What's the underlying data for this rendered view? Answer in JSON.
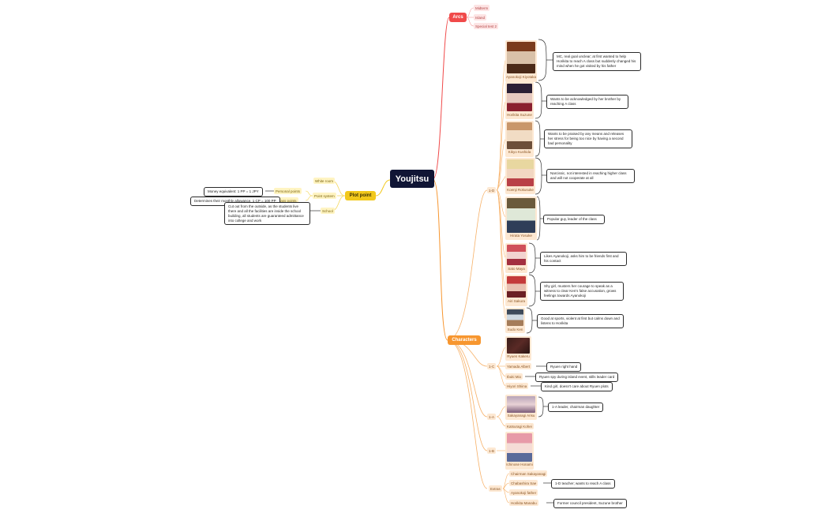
{
  "root": {
    "label": "Youjitsu"
  },
  "arcs": {
    "label": "Arcs",
    "items": [
      "Midterm",
      "Island",
      "Special test 2"
    ]
  },
  "plot_point": {
    "label": "Plot point",
    "white_room": "White room",
    "point_system": "Point system",
    "school": "School",
    "personal_points": "Personal points",
    "class_points": "Class points",
    "money_note": "Money equivalent: 1 PP = 1 JPY",
    "allowance_note": "Determines their monthly allowance, 1 CP = 100 PP",
    "school_note": "Cut out from the outside, as the students live there and all the facilities are inside the school building, all students are guaranteed admittance into college and work"
  },
  "characters": {
    "label": "Characters",
    "class_1d": {
      "label": "1-D",
      "members": [
        {
          "name": "Ayanokoji Kiyotaka",
          "note": "MC, real goal unclear; at first wanted to help Horikita to reach A class but suddenly changed his mind when he got visited by his father",
          "palette": [
            "#d9c1a8",
            "#7a3b1c",
            "#4b2a18"
          ]
        },
        {
          "name": "Horikita Suzune",
          "note": "Wants to be acknowledged by her brother by reaching A class",
          "palette": [
            "#e6c9c0",
            "#2b1f35",
            "#8a2030"
          ]
        },
        {
          "name": "Kikyo Kushida",
          "note": "Wants to be praised by any means and releases her stress for being too nice by having a second bad personality",
          "palette": [
            "#f1dcc4",
            "#c9976b",
            "#6d4f3a"
          ]
        },
        {
          "name": "Koenji Rokusuke",
          "note": "Narcissic, not interested in reaching higher class and will not cooperate at all",
          "palette": [
            "#f2d7c2",
            "#e8d7a0",
            "#b94047"
          ]
        },
        {
          "name": "Hirata Yosuke",
          "note": "Popular guy, leader of the class",
          "palette": [
            "#dfe8d8",
            "#6a5a3c",
            "#2f3e58"
          ]
        },
        {
          "name": "Sato Maya",
          "note": "Likes Ayanokoji, asks him to be friends first and his contact",
          "palette": [
            "#f2d3d0",
            "#d0505a",
            "#a33040"
          ]
        },
        {
          "name": "Airi Sakura",
          "note": "Shy girl, musters her courage to speak as a witness to clear Ken's false accusation, grows feelings towards Ayanokoji",
          "palette": [
            "#e9c0b0",
            "#c43a3a",
            "#6b1f24"
          ]
        },
        {
          "name": "Sudo Ken",
          "note": "Good at sports, violent at first but calms down and listens to Horikita",
          "palette": [
            "#cfd8e0",
            "#3e4a5a",
            "#a57c5a"
          ]
        }
      ]
    },
    "class_1c": {
      "label": "1-C",
      "ryuen": "Ryuen Kakeru",
      "members": [
        {
          "name": "Yamada Albert",
          "note": "Ryuen right hand"
        },
        {
          "name": "Ibuki Mio",
          "note": "Ryuen spy during island event, stills leader card"
        },
        {
          "name": "Hiyori Shiina",
          "note": "Kind girl, doesn't care about Ryuen plots"
        }
      ]
    },
    "class_1a": {
      "label": "1-A",
      "members": [
        {
          "name": "Sakayanagi Arisu",
          "note": "1-A leader, chairman daughter"
        },
        {
          "name": "Katsuragi Kohei",
          "note": ""
        }
      ]
    },
    "class_1b": {
      "label": "1-B",
      "members": [
        {
          "name": "Ichinose Honami",
          "note": ""
        }
      ]
    },
    "extras": {
      "label": "Extras",
      "members": [
        {
          "name": "Chairman Sakayanagi",
          "note": ""
        },
        {
          "name": "Chabashira Sae",
          "note": "1-D teacher; wants to reach A class"
        },
        {
          "name": "Ayanokoji father",
          "note": ""
        },
        {
          "name": "Horikita Manabu",
          "note": "Former council president, Suzune brother"
        }
      ]
    }
  },
  "colors": {
    "root_bg": "#101535",
    "arcs": "#f04a4a",
    "characters": "#f7962f",
    "plot_point": "#f2c81b",
    "card_bg": "#fde8d2",
    "arc_pill_bg": "#fde4e4"
  }
}
